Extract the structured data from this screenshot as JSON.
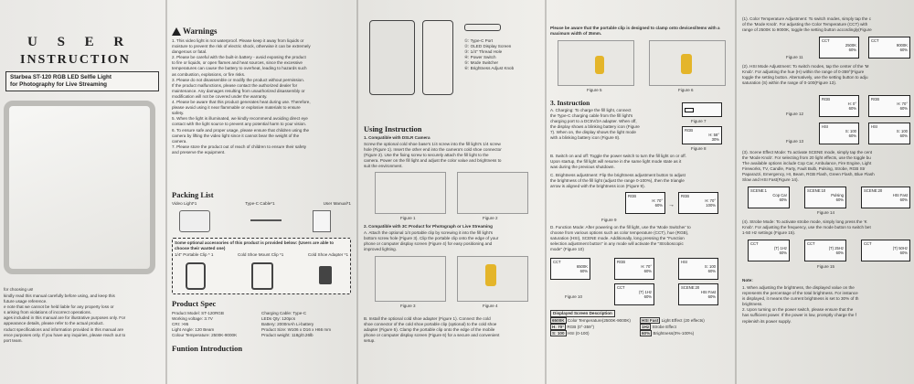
{
  "panel1": {
    "title1": "U S E R",
    "title2": "INSTRUCTION",
    "product": "Starbea ST-120 RGB LED Selfie Light",
    "subtitle": "for Photography for Live Streaming",
    "thanks": "for choosing us!",
    "notes": [
      "kindly read this manual carefully before using, and keep this",
      "future usage reference.",
      "e note that we cannot be held liable for any property loss or",
      "s arising from violations of incorrect operations.",
      "ages included in this manual are for illustrative purposes only. For",
      "appearance details, please refer to the actual product.",
      "roduct specifications and information provided in this manual are",
      "ence purposes only. If you have any inquiries, please reach out to",
      "port team."
    ]
  },
  "panel2": {
    "warnings_title": "Warnings",
    "warnings": [
      "1. This video light is not waterproof. Please keep it away from liquids or",
      "moisture to prevent the risk of electric shock, otherwise it can be extremely",
      "dangerous or fatal.",
      "2. Please be careful with the built-in battery - avoid exposing the product",
      "to fire or liquids, or open flames and heat sources, since the excessive",
      "temperatures can cause the battery to overheat, leading to hazards such",
      "as combustion, explosions, or fire risks.",
      "3. Please do not disassemble or modify the product without permission.",
      "If the product malfunctions, please contact the authorized dealer for",
      "maintenance. Any damages resulting from unauthorized disassembly or",
      "modification will not be covered under the warranty.",
      "4. Please be aware that this product generates heat during use. Therefore,",
      "please avoid using it near flammable or explosive materials to ensure",
      "safety.",
      "5. When the light is illuminated, we kindly recommend avoiding direct eye",
      "contact with the light source to prevent any potential harm to your vision.",
      "6. To ensure safe and proper usage, please ensure that children using the",
      "camera by lifting the video light since it cannot bear the weight of the",
      "camera.",
      "7. Please store the product out of reach of children to ensure their safety",
      "and preserve the equipment."
    ],
    "packing_title": "Packing List",
    "packing_items": [
      "Video Light*1",
      "Type-C Cable*1",
      "User Manual*1"
    ],
    "accessories_note": "Some optional accessories of this product is provided below: (Users are able to choose their wanted one)",
    "accessories": [
      "1/4\" Portable Clip * 1",
      "Cold Shoe Mount Clip *1",
      "Cold Shoe Adapter *1"
    ],
    "spec_title": "Product Spec",
    "spec_left": [
      "Product Model: ST-120RGB",
      "Working voltage: 3.7V",
      "CRI: >95",
      "Light Angle: 120 Beam",
      "Colour Temperature: 2500K-9000K"
    ],
    "spec_right": [
      "Charging Cable: Type-C",
      "LEDs Qty: 120pcs",
      "Battery: 2000mAh Li-battery",
      "Product Size: W106 x D16 x H66 mm",
      "Product weight: 118g/0.26lb"
    ],
    "func_title": "Funtion Introduction"
  },
  "panel3": {
    "legend": [
      "①: Type-C Port",
      "②: OLED Display Screen",
      "③: 1/4\" Thread Hole",
      "④: Power Switch",
      "⑤: Mode Switcher",
      "⑥: Brightness Adjust Knob"
    ],
    "using_title": "Using Instruction",
    "s1_title": "1. Compatible with DSLR Camera",
    "s1_text": [
      "Screw the optional cold shoe base's 1/4 screw into the fill light's 1/4 screw",
      "hole (Figure 1). Insert the other end into the camera's cold shoe connector",
      "(Figure 2). Use the fixing screw to securely attach the fill light to the",
      "camera. Power on the fill light and adjust the color value and brightness to",
      "suit the environment."
    ],
    "fig1": "Figure 1",
    "fig2": "Figure 2",
    "s2_title": "2. Compatible with 3C Product for Photograph or Live Streaming",
    "s2_text": [
      "A. Attach the optional 1/4 portable clip by screwing it into the fill light's",
      "bottom screw hole (Figure 3). Clip the portable clip onto the edge of your",
      "phone or computer display screen (Figure 4) for easy positioning and",
      "improved lighting."
    ],
    "fig3": "Figure 3",
    "fig4": "Figure 4",
    "s2b_text": [
      "B. Install the optional cold shoe adapter (Figure 1). Connect the cold",
      "shoe connector of the cold shoe portable clip (optional) to the cold shoe",
      "adapter (Figure 5). Clamp the portable clip onto the edge of the mobile",
      "phone or computer display screen (Figure 6) for a secure and convenient",
      "setup."
    ]
  },
  "panel4": {
    "top_note": "Please be aware that the portable clip is designed to clamp onto devices/items with a maximum width of 35mm.",
    "fig5": "Figure 5",
    "fig6": "Figure 6",
    "op_title": "3. Instruction",
    "a_text": [
      "A. Charging: To charge the fill light, connect",
      "the Type-C charging cable from the fill light's",
      "charging port to a DC5V/2A adapter. When off,",
      "the display shows a blinking battery icon (Figure",
      "7). When on, the display shows the light mode",
      "with a blinking battery icon (Figure 8)."
    ],
    "fig7": "Figure 7",
    "fig8": "Figure 8",
    "b_text": [
      "B. Switch on and off: Toggle the power switch to turn the fill light on or off.",
      "Upon startup, the fill light will resume in the same light mode state as it",
      "was during the previous shutdown."
    ],
    "c_text": [
      "C. Brightness adjustment: Flip the brightness adjustment button to adjust",
      "the brightness of the fill light (adjust the range 0-100%), then the triangle",
      "arrow is aligned with the brightness icon (Figure 9)."
    ],
    "fig9": "Figure 9",
    "d_text": [
      "D. Function Mode: After powering on the fill light, use the 'Mode Switcher' to",
      "choose from various options such as color temperature (CCT), hue (RGB),",
      "saturation (HSI), SCENE mode. Additionally, long pressing the \"Function",
      "selection adjustment button\" in any mode will activate the \"Stroboscopic",
      "mode\" (Figure 10)"
    ],
    "fig10": "Figure 10",
    "disp_title": "Displayed Screen Description",
    "disp": [
      [
        "6500K",
        "Color Temperature(2500K-9000K)"
      ],
      [
        "HSI Fast",
        "Light Effect (20 effects)"
      ],
      [
        "H: 70°",
        "RGB (0°-359°)"
      ],
      [
        "1Hz",
        "Strobe Effect"
      ],
      [
        "S: 100",
        "HSI (0-100)"
      ],
      [
        "60%",
        "Brightness(0%-100%)"
      ]
    ]
  },
  "panel5": {
    "p1": [
      "(1). Color Temperature Adjustment: To switch modes, simply tap the c",
      "of the 'Mode Knob'. For adjusting the Color Temperature (CCT) with",
      "range of 2500K to 9000K, toggle the setting button accordingly(Figure"
    ],
    "fig11": "Figure 11",
    "fig12": "Figure 12",
    "fig13": "Figure 13",
    "p2": [
      "(2). HSI Mode Adjustment: To switch modes, tap the center of the 'M",
      "Knob'. For adjusting the hue (H) within the range of 0-359°(Figure",
      "toggle the setting button. Alternatively, use the setting button to adju",
      "saturation (S) within the range of 0-100(Figure 13)."
    ],
    "p3": [
      "(3). Scene Effect Mode: To activate SCENE mode, simply tap the cent",
      "the 'Mode Knob'. For selecting from 20 light effects, use the toggle bu",
      "The available options include Cop Car, Ambulance, Fire Engine, Light",
      "Fireworks, TV, Candle, Party, Fault Bulb, Pulsing, Strobe, RGB Str",
      "Paparazzi, Emergency, HI, Beam, RGB Flash, Green Flash, Blue Flash",
      "Slow and HSI Fast(Figure 14)."
    ],
    "fig14": "Figure 14",
    "p4": [
      "(4). Strobe Mode: To activate strobe mode, simply long press the 'K",
      "Knob'. For adjusting the frequency, use the mode button to switch bet",
      "1-50 Hz settings (Figure 15)."
    ],
    "fig15": "Figure 15",
    "note_title": "Note:",
    "notes": [
      "1. When adjusting the brightness, the displayed value on the",
      "represents the percentage of the total brightness. For instance",
      "is displayed, it means the current brightness is set to 30% of th",
      "brightness.",
      "2. Upon turning on the power switch, please ensure that the",
      "has sufficient power. If the power is low, promptly charge the f",
      "replenish its power supply."
    ]
  },
  "screens": {
    "cct": "CCT",
    "rgb": "RGB",
    "hsi": "HSI",
    "scene": "SCENE:1",
    "cop": "Cop Car",
    "pulsing": "Pulsing",
    "hsifast": "HSI Fast",
    "k6500": "6500K",
    "k2500": "2500K",
    "k9000": "9000K",
    "h0": "H: 0°",
    "h70": "H: 70°",
    "h58": "H: 58°",
    "s100": "S: 100",
    "pct60": "60%",
    "pct30": "30%",
    "pct100": "100%",
    "hz1": "(T) 1Hz",
    "hz25": "(T) 25Hz",
    "hz50": "(T) 50Hz",
    "scene10": "SCENE:10",
    "scene20": "SCENE:20"
  }
}
